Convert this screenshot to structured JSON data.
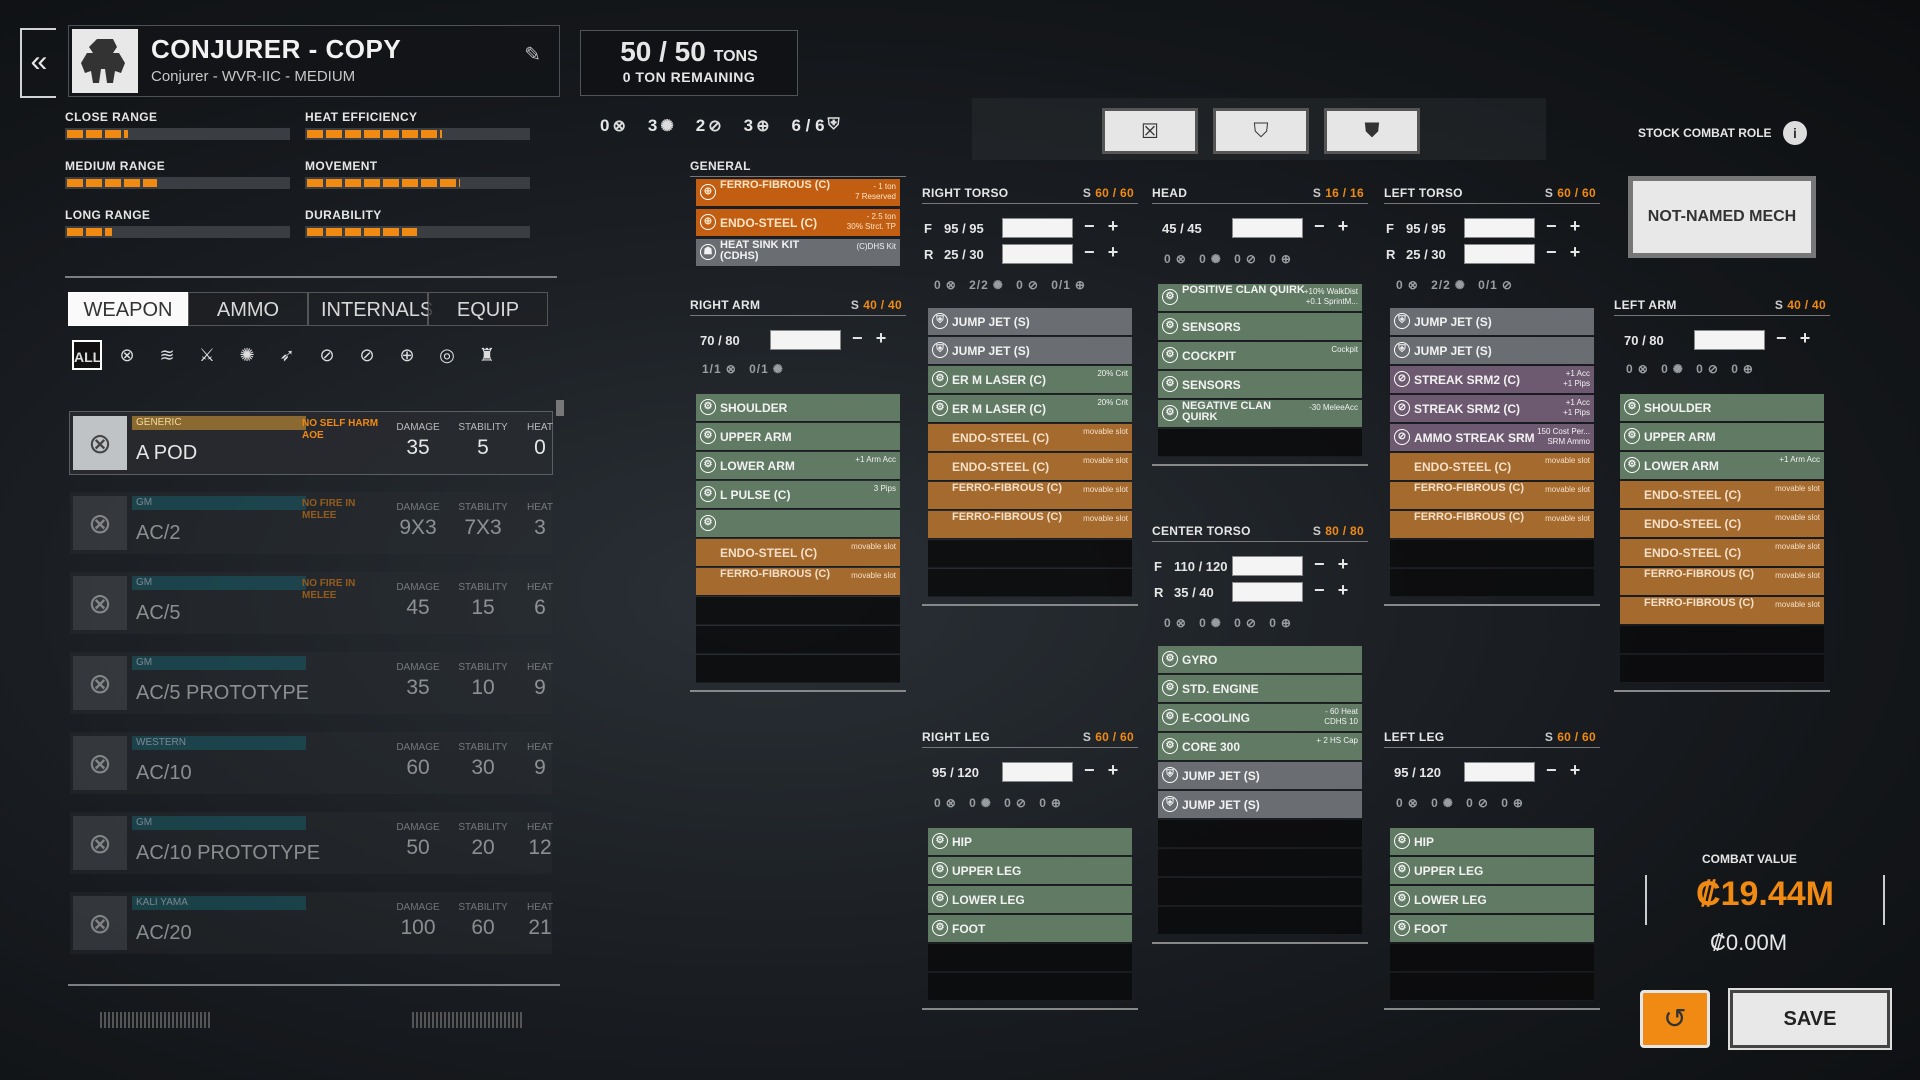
{
  "header": {
    "title": "CONJURER - COPY",
    "subtitle": "Conjurer - WVR-IIC - MEDIUM",
    "back_icon": "«",
    "edit_icon": "✎"
  },
  "tonnage": {
    "current": "50 / 50",
    "unit": "TONS",
    "remaining": "0 TON REMAINING"
  },
  "hardpoints": [
    {
      "count": "0",
      "icon": "ballistic"
    },
    {
      "count": "3",
      "icon": "energy"
    },
    {
      "count": "2",
      "icon": "missile"
    },
    {
      "count": "3",
      "icon": "support"
    },
    {
      "count": "6 / 6",
      "icon": "jumpjet"
    }
  ],
  "stats": [
    {
      "label": "CLOSE RANGE",
      "fill": 0.27
    },
    {
      "label": "HEAT EFFICIENCY",
      "fill": 0.6
    },
    {
      "label": "MEDIUM RANGE",
      "fill": 0.4
    },
    {
      "label": "MOVEMENT",
      "fill": 0.68
    },
    {
      "label": "LONG RANGE",
      "fill": 0.2
    },
    {
      "label": "DURABILITY",
      "fill": 0.49
    }
  ],
  "tabs": [
    "WEAPON",
    "AMMO",
    "INTERNALS",
    "EQUIP"
  ],
  "filters": [
    "ALL",
    "ballistic",
    "energy",
    "melee",
    "energy2",
    "missile",
    "missile2",
    "missile3",
    "support",
    "support2",
    "jump"
  ],
  "col_headers": {
    "damage": "DAMAGE",
    "stability": "STABILITY",
    "heat": "HEAT"
  },
  "weapons": [
    {
      "mfr": "GENERIC",
      "name": "A POD",
      "tag": "NO SELF HARM AOE",
      "damage": "35",
      "stability": "5",
      "heat": "0",
      "selected": true
    },
    {
      "mfr": "GM",
      "name": "AC/2",
      "tag": "NO FIRE IN MELEE",
      "damage": "9X3",
      "stability": "7X3",
      "heat": "3"
    },
    {
      "mfr": "GM",
      "name": "AC/5",
      "tag": "NO FIRE IN MELEE",
      "damage": "45",
      "stability": "15",
      "heat": "6"
    },
    {
      "mfr": "GM",
      "name": "AC/5 PROTOTYPE",
      "tag": "",
      "damage": "35",
      "stability": "10",
      "heat": "9"
    },
    {
      "mfr": "WESTERN",
      "name": "AC/10",
      "tag": "",
      "damage": "60",
      "stability": "30",
      "heat": "9"
    },
    {
      "mfr": "GM",
      "name": "AC/10 PROTOTYPE",
      "tag": "",
      "damage": "50",
      "stability": "20",
      "heat": "12"
    },
    {
      "mfr": "KALI YAMA",
      "name": "AC/20",
      "tag": "",
      "damage": "100",
      "stability": "60",
      "heat": "21"
    }
  ],
  "view_buttons": [
    "x",
    "shield-x",
    "shield"
  ],
  "general": {
    "title": "GENERAL",
    "slots": [
      {
        "name": "FERRO-FIBROUS (C)",
        "note": "- 1 ton\n7 Reserved",
        "style": "dark"
      },
      {
        "name": "ENDO-STEEL (C)",
        "note": "- 2.5 ton\n30% Strct. TP",
        "style": "dark"
      },
      {
        "name": "HEAT SINK KIT (CDHS)",
        "note": "(C)DHS Kit",
        "style": "empty-gray"
      }
    ]
  },
  "locations": {
    "right_arm": {
      "title": "RIGHT ARM",
      "s": "S",
      "cap": "40 / 40",
      "armor_f": "70 / 80",
      "hp": [
        "1/1",
        "0/1"
      ],
      "slots": [
        {
          "name": "SHOULDER",
          "note": "",
          "style": "green"
        },
        {
          "name": "UPPER ARM",
          "note": "",
          "style": "green"
        },
        {
          "name": "LOWER ARM",
          "note": "+1 Arm Acc",
          "style": "green"
        },
        {
          "name": "L PULSE (C)",
          "note": "3 Pips",
          "style": "green"
        },
        {
          "name": "",
          "note": "",
          "style": "green"
        },
        {
          "name": "ENDO-STEEL (C)",
          "note": "movable slot",
          "style": "orange"
        },
        {
          "name": "FERRO-FIBROUS (C)",
          "note": "movable slot",
          "style": "orange"
        }
      ]
    },
    "right_torso": {
      "title": "RIGHT TORSO",
      "s": "S",
      "cap": "60 / 60",
      "armor_f": "95 / 95",
      "armor_r": "25 / 30",
      "hp": [
        "0",
        "2/2",
        "0",
        "0/1"
      ],
      "slots": [
        {
          "name": "JUMP JET (S)",
          "note": "",
          "style": "gray"
        },
        {
          "name": "JUMP JET (S)",
          "note": "",
          "style": "gray"
        },
        {
          "name": "ER M LASER (C)",
          "note": "20% Crit",
          "style": "green"
        },
        {
          "name": "ER M LASER (C)",
          "note": "20% Crit",
          "style": "green"
        },
        {
          "name": "ENDO-STEEL (C)",
          "note": "movable slot",
          "style": "orange"
        },
        {
          "name": "ENDO-STEEL (C)",
          "note": "movable slot",
          "style": "orange"
        },
        {
          "name": "FERRO-FIBROUS (C)",
          "note": "movable slot",
          "style": "orange"
        },
        {
          "name": "FERRO-FIBROUS (C)",
          "note": "movable slot",
          "style": "orange"
        }
      ]
    },
    "right_leg": {
      "title": "RIGHT LEG",
      "s": "S",
      "cap": "60 / 60",
      "armor_f": "95 / 120",
      "hp": [
        "0",
        "0",
        "0",
        "0"
      ],
      "slots": [
        {
          "name": "HIP",
          "note": "",
          "style": "green"
        },
        {
          "name": "UPPER LEG",
          "note": "",
          "style": "green"
        },
        {
          "name": "LOWER LEG",
          "note": "",
          "style": "green"
        },
        {
          "name": "FOOT",
          "note": "",
          "style": "green"
        }
      ]
    },
    "head": {
      "title": "HEAD",
      "s": "S",
      "cap": "16 / 16",
      "armor_f": "45 / 45",
      "hp": [
        "0",
        "0",
        "0",
        "0"
      ],
      "slots": [
        {
          "name": "POSITIVE CLAN QUIRK",
          "note": "+10% WalkDist\n+0.1 SprintM...",
          "style": "green"
        },
        {
          "name": "SENSORS",
          "note": "",
          "style": "green"
        },
        {
          "name": "COCKPIT",
          "note": "Cockpit",
          "style": "green"
        },
        {
          "name": "SENSORS",
          "note": "",
          "style": "green"
        },
        {
          "name": "NEGATIVE CLAN QUIRK",
          "note": "-30 MeleeAcc",
          "style": "green"
        }
      ]
    },
    "center_torso": {
      "title": "CENTER TORSO",
      "s": "S",
      "cap": "80 / 80",
      "armor_f": "110 / 120",
      "armor_r": "35 / 40",
      "hp": [
        "0",
        "0",
        "0",
        "0"
      ],
      "slots": [
        {
          "name": "GYRO",
          "note": "",
          "style": "green"
        },
        {
          "name": "STD. ENGINE",
          "note": "",
          "style": "green"
        },
        {
          "name": "E-COOLING",
          "note": "- 60 Heat\nCDHS 10",
          "style": "green"
        },
        {
          "name": "CORE 300",
          "note": "+ 2 HS Cap",
          "style": "green"
        },
        {
          "name": "JUMP JET (S)",
          "note": "",
          "style": "gray"
        },
        {
          "name": "JUMP JET (S)",
          "note": "",
          "style": "gray"
        }
      ]
    },
    "left_torso": {
      "title": "LEFT TORSO",
      "s": "S",
      "cap": "60 / 60",
      "armor_f": "95 / 95",
      "armor_r": "25 / 30",
      "hp": [
        "0",
        "2/2",
        "0/1"
      ],
      "slots": [
        {
          "name": "JUMP JET (S)",
          "note": "",
          "style": "gray"
        },
        {
          "name": "JUMP JET (S)",
          "note": "",
          "style": "gray"
        },
        {
          "name": "STREAK SRM2 (C)",
          "note": "+1 Acc\n+1 Pips",
          "style": "purple"
        },
        {
          "name": "STREAK SRM2 (C)",
          "note": "+1 Acc\n+1 Pips",
          "style": "purple"
        },
        {
          "name": "AMMO STREAK SRM",
          "note": "150 Cost Per...\nSRM Ammo",
          "style": "purple"
        },
        {
          "name": "ENDO-STEEL (C)",
          "note": "movable slot",
          "style": "orange"
        },
        {
          "name": "FERRO-FIBROUS (C)",
          "note": "movable slot",
          "style": "orange"
        },
        {
          "name": "FERRO-FIBROUS (C)",
          "note": "movable slot",
          "style": "orange"
        }
      ]
    },
    "left_leg": {
      "title": "LEFT LEG",
      "s": "S",
      "cap": "60 / 60",
      "armor_f": "95 / 120",
      "hp": [
        "0",
        "0",
        "0",
        "0"
      ],
      "slots": [
        {
          "name": "HIP",
          "note": "",
          "style": "green"
        },
        {
          "name": "UPPER LEG",
          "note": "",
          "style": "green"
        },
        {
          "name": "LOWER LEG",
          "note": "",
          "style": "green"
        },
        {
          "name": "FOOT",
          "note": "",
          "style": "green"
        }
      ]
    },
    "left_arm": {
      "title": "LEFT ARM",
      "s": "S",
      "cap": "40 / 40",
      "armor_f": "70 / 80",
      "hp": [
        "0",
        "0",
        "0",
        "0"
      ],
      "slots": [
        {
          "name": "SHOULDER",
          "note": "",
          "style": "green"
        },
        {
          "name": "UPPER ARM",
          "note": "",
          "style": "green"
        },
        {
          "name": "LOWER ARM",
          "note": "+1 Arm Acc",
          "style": "green"
        },
        {
          "name": "ENDO-STEEL (C)",
          "note": "movable slot",
          "style": "orange"
        },
        {
          "name": "ENDO-STEEL (C)",
          "note": "movable slot",
          "style": "orange"
        },
        {
          "name": "ENDO-STEEL (C)",
          "note": "movable slot",
          "style": "orange"
        },
        {
          "name": "FERRO-FIBROUS (C)",
          "note": "movable slot",
          "style": "orange"
        },
        {
          "name": "FERRO-FIBROUS (C)",
          "note": "movable slot",
          "style": "orange"
        }
      ]
    }
  },
  "role": {
    "label": "STOCK COMBAT ROLE",
    "info": "i",
    "value": "NOT-NAMED MECH"
  },
  "combat_value": {
    "label": "COMBAT VALUE",
    "value": "₡19.44M",
    "cost": "₡0.00M"
  },
  "actions": {
    "undo": "↺",
    "save": "SAVE"
  },
  "colors": {
    "accent": "#f08a12",
    "slot_green": "#607a64",
    "slot_orange": "#a56a2e",
    "slot_gray": "#6a6e73",
    "slot_purple": "#6e5a70"
  }
}
